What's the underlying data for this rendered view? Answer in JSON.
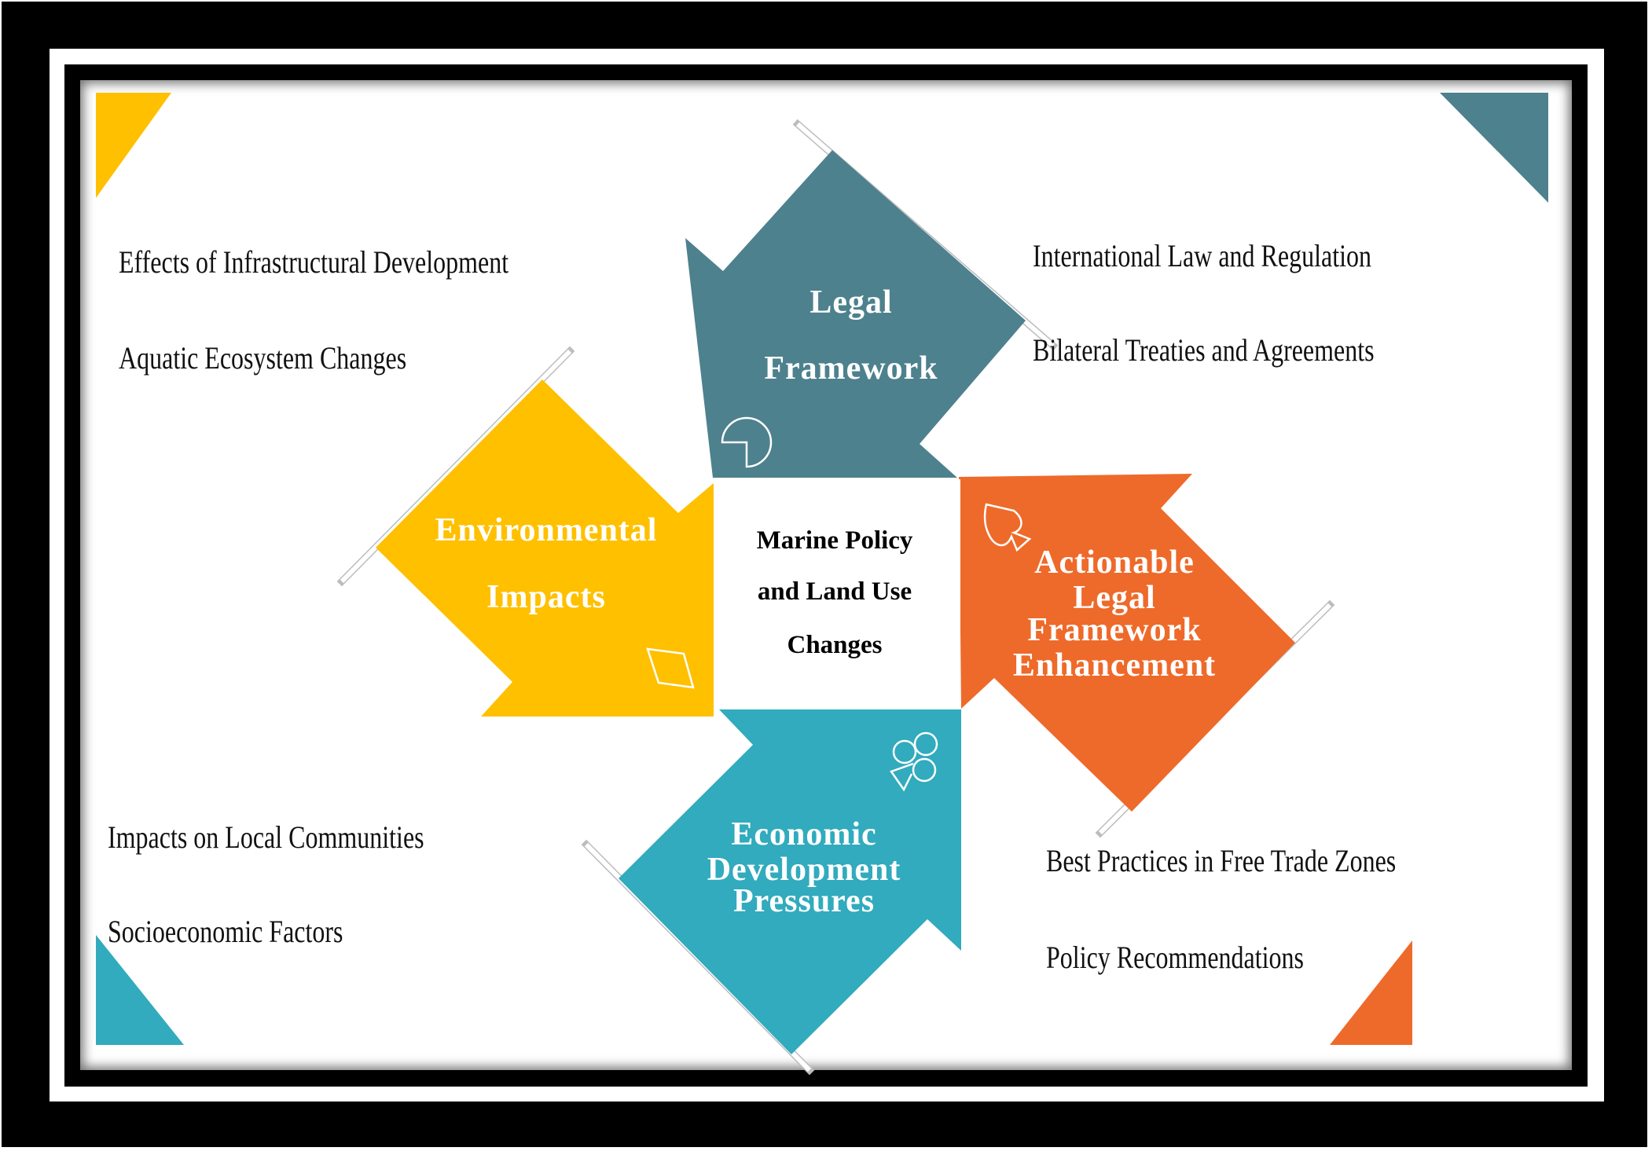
{
  "colors": {
    "yellow": "#FFC000",
    "teal": "#4D818D",
    "orange": "#EE6A2A",
    "cyan": "#31ABBD",
    "frame": "#000000"
  },
  "center": {
    "lines": [
      "Marine Policy",
      "and Land Use",
      "Changes"
    ]
  },
  "arrows": [
    {
      "id": "legal-framework",
      "color": "teal",
      "icon": "pie-chart-icon",
      "lines": [
        "Legal",
        "Framework"
      ]
    },
    {
      "id": "environmental-impacts",
      "color": "yellow",
      "icon": "diamond-icon",
      "lines": [
        "Environmental",
        "Impacts"
      ]
    },
    {
      "id": "actionable-legal-framework-enhancement",
      "color": "orange",
      "icon": "spade-icon",
      "lines": [
        "Actionable",
        "Legal",
        "Framework",
        "Enhancement"
      ]
    },
    {
      "id": "economic-development-pressures",
      "color": "cyan",
      "icon": "club-icon",
      "lines": [
        "Economic",
        "Development",
        "Pressures"
      ]
    }
  ],
  "quadrants": {
    "top_left": [
      "Effects of Infrastructural Development",
      "Aquatic Ecosystem Changes"
    ],
    "top_right": [
      "International Law and Regulation",
      "Bilateral Treaties and Agreements"
    ],
    "bottom_left": [
      "Impacts on Local Communities",
      "Socioeconomic Factors"
    ],
    "bottom_right": [
      "Best Practices in Free Trade Zones",
      "Policy Recommendations"
    ]
  }
}
